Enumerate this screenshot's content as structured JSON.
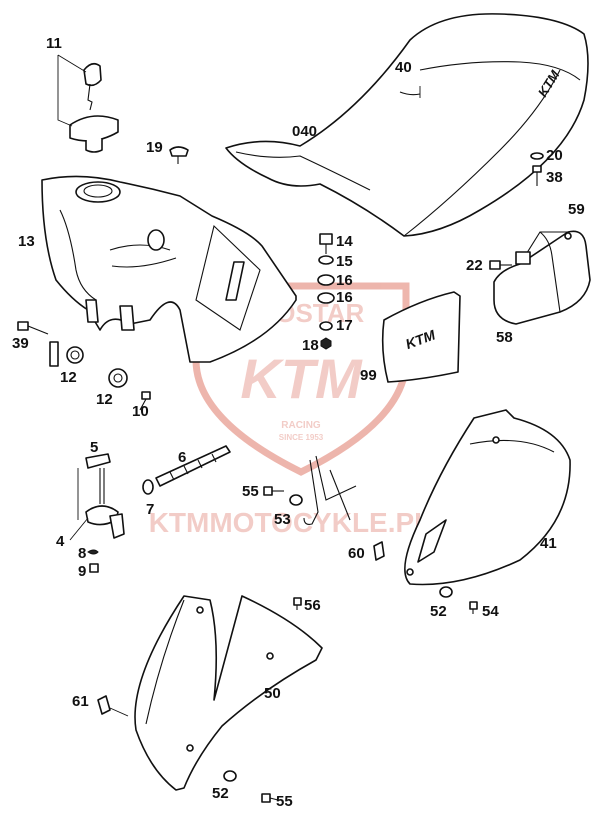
{
  "watermark": {
    "brand": "KTM",
    "dealer": "DUOSTAR",
    "tagline_top": "RACING",
    "tagline_bottom": "SINCE 1953",
    "site": "KTMMOTOCYKLE.PL",
    "color": "#e07a6a"
  },
  "decals": {
    "seat_logo": "KTM",
    "plate_logo": "KTM"
  },
  "labels": {
    "p11": "11",
    "p40": "40",
    "p040": "040",
    "p19": "19",
    "p20": "20",
    "p38": "38",
    "p13": "13",
    "p14": "14",
    "p15": "15",
    "p16a": "16",
    "p16b": "16",
    "p17": "17",
    "p18": "18",
    "p59": "59",
    "p22": "22",
    "p58": "58",
    "p99": "99",
    "p39": "39",
    "p12a": "12",
    "p12b": "12",
    "p10": "10",
    "p5": "5",
    "p6": "6",
    "p7": "7",
    "p4": "4",
    "p8": "8",
    "p9": "9",
    "p55a": "55",
    "p53": "53",
    "p60": "60",
    "p41": "41",
    "p52a": "52",
    "p54": "54",
    "p56": "56",
    "p61": "61",
    "p50": "50",
    "p52b": "52",
    "p55b": "55"
  }
}
